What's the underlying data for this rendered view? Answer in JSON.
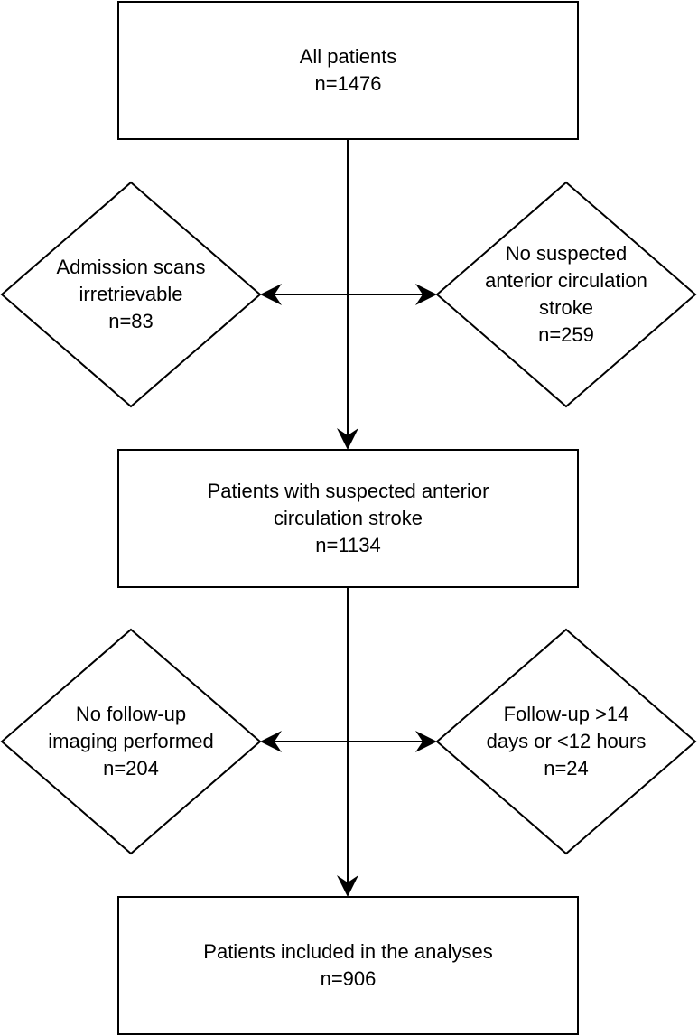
{
  "colors": {
    "stroke": "#000000",
    "fill": "#ffffff",
    "text": "#000000"
  },
  "nodes": {
    "all_patients": {
      "lines": [
        "All patients",
        "n=1476"
      ]
    },
    "irretrievable": {
      "lines": [
        "Admission scans",
        "irretrievable",
        "n=83"
      ]
    },
    "no_anterior": {
      "lines": [
        "No suspected",
        "anterior circulation",
        "stroke",
        "n=259"
      ]
    },
    "suspected": {
      "lines": [
        "Patients with suspected anterior",
        "circulation stroke",
        "n=1134"
      ]
    },
    "no_followup": {
      "lines": [
        "No follow-up",
        "imaging performed",
        "n=204"
      ]
    },
    "followup_window": {
      "lines": [
        "Follow-up >14",
        "days or <12 hours",
        "n=24"
      ]
    },
    "included": {
      "lines": [
        "Patients included in the analyses",
        "n=906"
      ]
    }
  }
}
